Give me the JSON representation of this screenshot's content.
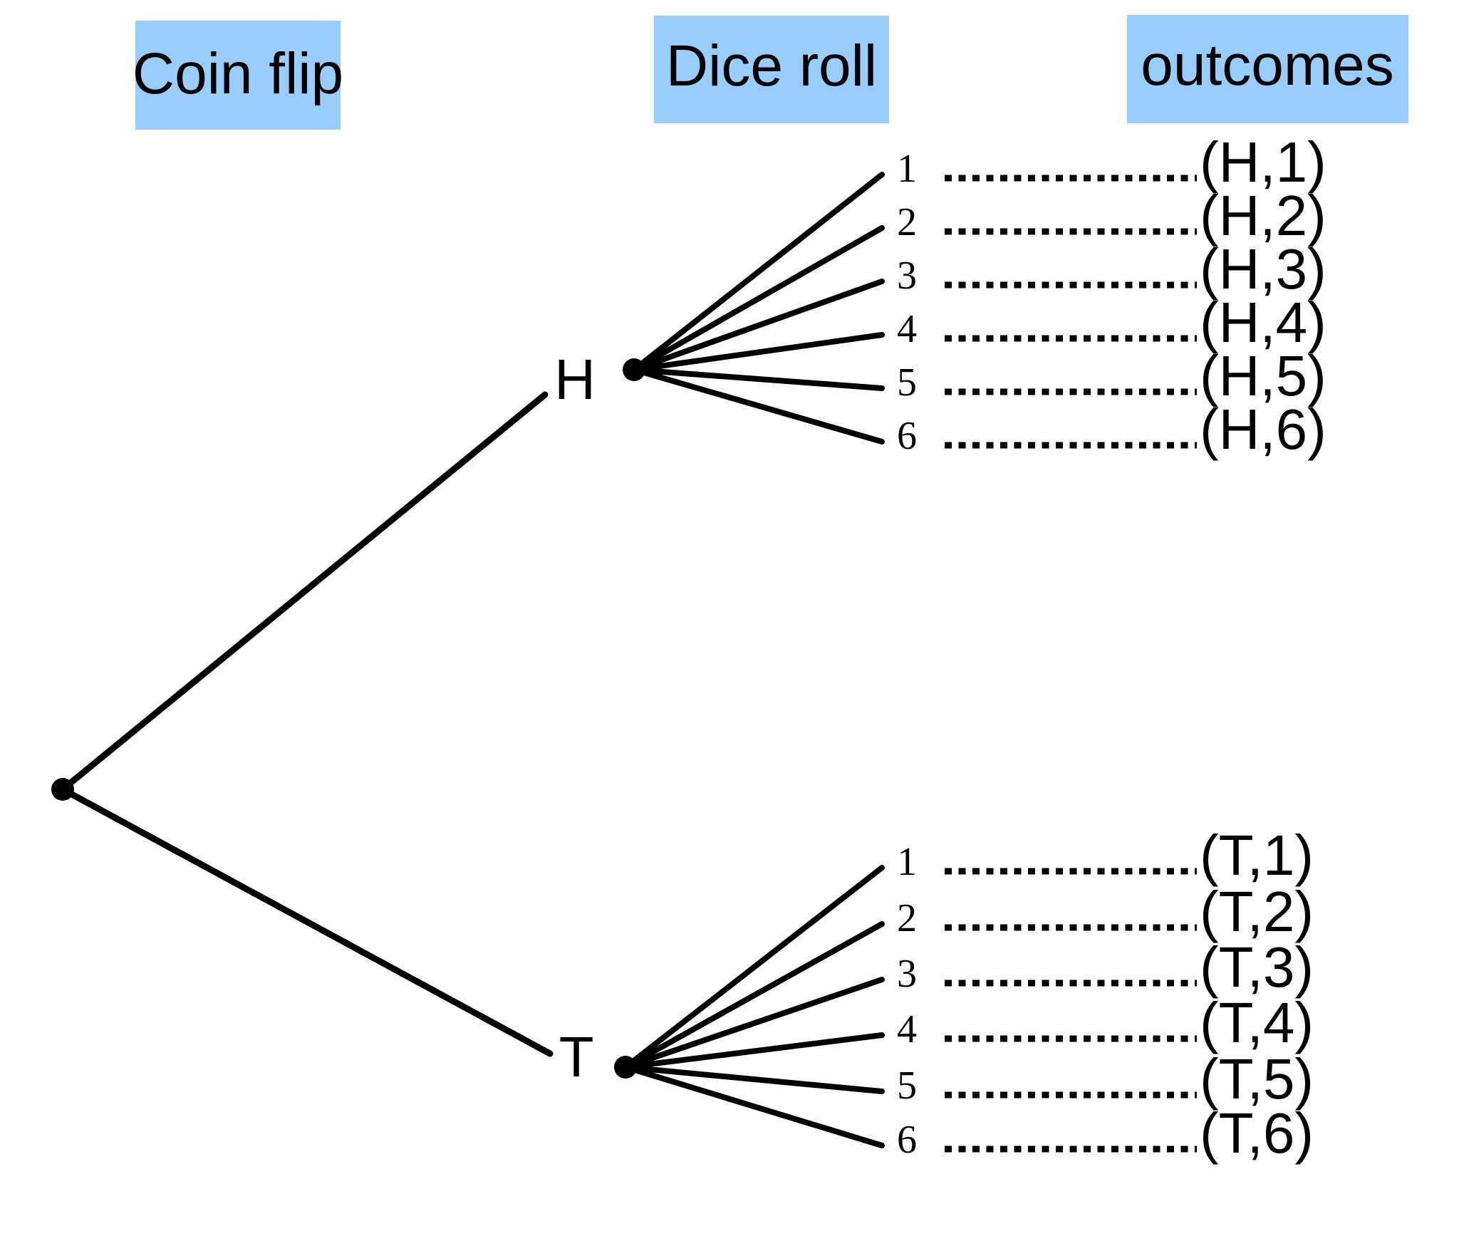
{
  "colors": {
    "header_bg": "#99CCFF",
    "ink": "#000000"
  },
  "headers": [
    {
      "label": "Coin flip"
    },
    {
      "label": "Dice roll"
    },
    {
      "label": "outcomes"
    }
  ],
  "tree": {
    "branches": [
      {
        "label": "H",
        "rolls": [
          {
            "die": "1",
            "outcome": "(H,1)"
          },
          {
            "die": "2",
            "outcome": "(H,2)"
          },
          {
            "die": "3",
            "outcome": "(H,3)"
          },
          {
            "die": "4",
            "outcome": "(H,4)"
          },
          {
            "die": "5",
            "outcome": "(H,5)"
          },
          {
            "die": "6",
            "outcome": "(H,6)"
          }
        ]
      },
      {
        "label": "T",
        "rolls": [
          {
            "die": "1",
            "outcome": "(T,1)"
          },
          {
            "die": "2",
            "outcome": "(T,2)"
          },
          {
            "die": "3",
            "outcome": "(T,3)"
          },
          {
            "die": "4",
            "outcome": "(T,4)"
          },
          {
            "die": "5",
            "outcome": "(T,5)"
          },
          {
            "die": "6",
            "outcome": "(T,6)"
          }
        ]
      }
    ]
  }
}
